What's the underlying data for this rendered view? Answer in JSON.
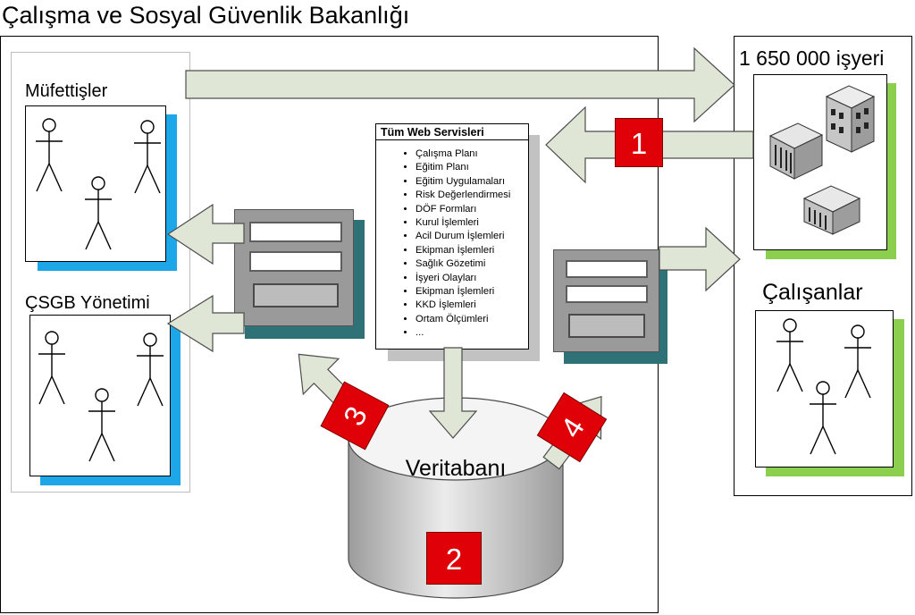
{
  "title": "Çalışma ve Sosyal Güvenlik Bakanlığı",
  "groups": {
    "inspectors": "Müfettişler",
    "management": "ÇSGB Yönetimi",
    "workplaces": "1 650 000 işyeri",
    "employees": "Çalışanlar"
  },
  "services": {
    "title": "Tüm  Web Servisleri",
    "items": [
      "Çalışma Planı",
      "Eğitim Planı",
      "Eğitim Uygulamaları",
      "Risk Değerlendirmesi",
      "DÖF Formları",
      "Kurul İşlemleri",
      "Acil Durum İşlemleri",
      "Ekipman İşlemleri",
      "Sağlık Gözetimi",
      "İşyeri Olayları",
      "Ekipman İşlemleri",
      "KKD İşlemleri",
      "Ortam Ölçümleri",
      "..."
    ]
  },
  "database": {
    "label": "Veritabanı"
  },
  "markers": {
    "one": "1",
    "two": "2",
    "three": "3",
    "four": "4"
  },
  "colors": {
    "arrow_fill": "#dfe6d6",
    "arrow_stroke": "#4d4d4d",
    "marker_red": "#e00008",
    "shadow_blue": "#1da7e8",
    "shadow_green": "#8ccf4f",
    "form_shadow": "#2e7278"
  }
}
